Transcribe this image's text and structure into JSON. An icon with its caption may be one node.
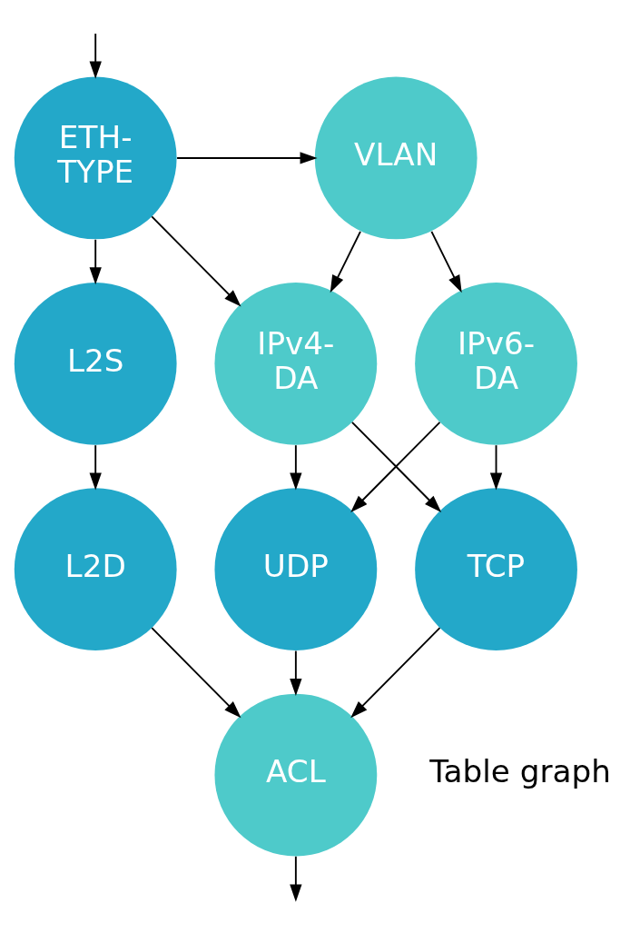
{
  "diagram": {
    "nodes": [
      {
        "text": [
          "ETH-TYPE"
        ]
      },
      {
        "text": [
          "VLAN"
        ]
      },
      {
        "text": [
          "L2S"
        ]
      },
      {
        "text": [
          "IPv4-DA"
        ]
      },
      {
        "text": [
          "IPv6-DA"
        ]
      },
      {
        "text": [
          "L2D"
        ]
      },
      {
        "text": [
          "TCP"
        ]
      },
      {
        "text": [
          "UDP"
        ]
      },
      {
        "text": [
          "ACL"
        ]
      }
    ],
    "edges": [
      {
        "from": null,
        "to": 0,
        "arrow": "to"
      },
      {
        "from": 0,
        "to": 1,
        "arrow": "to"
      },
      {
        "from": 0,
        "to": 2,
        "arrow": "to"
      },
      {
        "from": 0,
        "to": 3,
        "arrow": "to"
      },
      {
        "from": 1,
        "to": 3,
        "arrow": "to"
      },
      {
        "from": 1,
        "to": 4,
        "arrow": "to"
      },
      {
        "from": 2,
        "to": 5,
        "arrow": "to"
      },
      {
        "from": 3,
        "to": 6,
        "arrow": "to"
      },
      {
        "from": 3,
        "to": 7,
        "arrow": "to"
      },
      {
        "from": 4,
        "to": 6,
        "arrow": "to"
      },
      {
        "from": 4,
        "to": 7,
        "arrow": "to"
      },
      {
        "from": 5,
        "to": 8,
        "arrow": "to"
      },
      {
        "from": 6,
        "to": 8,
        "arrow": "to"
      },
      {
        "from": 7,
        "to": 8,
        "arrow": "to"
      },
      {
        "from": 8,
        "to": null,
        "arrow": "to"
      }
    ],
    "labels": [
      "Table graph"
    ]
  }
}
